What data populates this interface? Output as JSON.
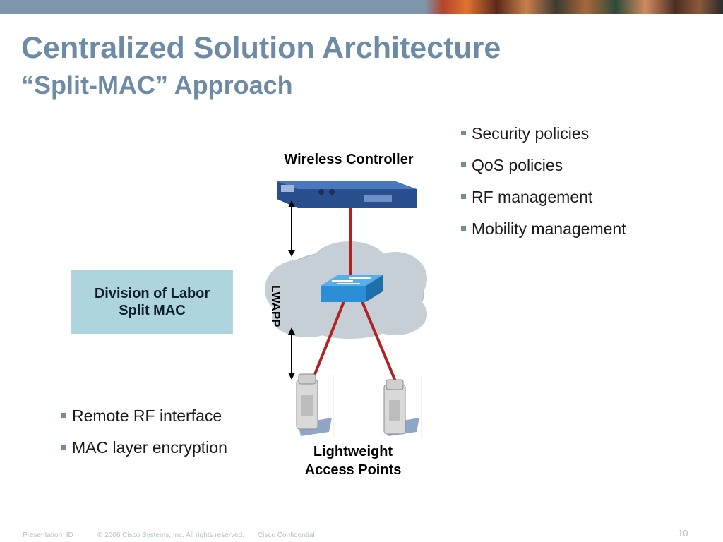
{
  "slide": {
    "title": "Centralized Solution Architecture",
    "subtitle": "“Split-MAC” Approach"
  },
  "diagram": {
    "controller_label": "Wireless Controller",
    "ap_label_line1": "Lightweight",
    "ap_label_line2": "Access Points",
    "protocol_label": "LWAPP",
    "division_box": {
      "line1": "Division of Labor",
      "line2": "Split MAC"
    }
  },
  "controller_bullets": [
    "Security policies",
    "QoS policies",
    "RF management",
    "Mobility management"
  ],
  "ap_bullets": [
    "Remote RF interface",
    "MAC layer encryption"
  ],
  "footer": {
    "presentation_id": "Presentation_ID",
    "copyright": "© 2006 Cisco Systems, Inc. All rights reserved.",
    "confidential": "Cisco Confidential",
    "page_number": "10"
  },
  "colors": {
    "title": "#6e8ba5",
    "division_box": "#aed4de",
    "link": "#b22222",
    "cloud": "#c6ced6",
    "switch": "#2c8fd6"
  }
}
